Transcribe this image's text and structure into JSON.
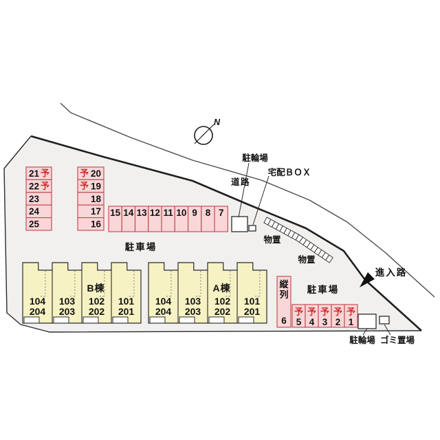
{
  "colors": {
    "site_fill": "#f1f0ee",
    "stall_fill": "#f9d6d8",
    "stall_border": "#c25055",
    "reserved_red": "#d42a2a",
    "building_fill": "#f6f2c4",
    "line": "#222222"
  },
  "compass": {
    "north_label": "N"
  },
  "labels": {
    "parking_upper": "駐車場",
    "parking_lower": "駐車場",
    "road": "道路",
    "bicycle_top": "駐輪場",
    "bicycle_bottom": "駐輪場",
    "delivery_box": "宅配ＢＯＸ",
    "storage_1": "物置",
    "storage_2": "物置",
    "approach_road": "進入路",
    "garbage": "ゴミ置場"
  },
  "reserved_mark": "予",
  "parking": {
    "left_column": [
      {
        "num": "21",
        "reserved": true
      },
      {
        "num": "22",
        "reserved": true
      },
      {
        "num": "23",
        "reserved": false
      },
      {
        "num": "24",
        "reserved": false
      },
      {
        "num": "25",
        "reserved": false
      }
    ],
    "mid_column": [
      {
        "num": "20",
        "reserved": true
      },
      {
        "num": "19",
        "reserved": true
      },
      {
        "num": "18",
        "reserved": false
      },
      {
        "num": "17",
        "reserved": false
      },
      {
        "num": "16",
        "reserved": false
      }
    ],
    "top_row": [
      "15",
      "14",
      "13",
      "12",
      "11",
      "10",
      "9",
      "8",
      "7"
    ],
    "bottom_row": [
      {
        "num": "5",
        "reserved": true
      },
      {
        "num": "4",
        "reserved": true
      },
      {
        "num": "3",
        "reserved": true
      },
      {
        "num": "2",
        "reserved": true
      },
      {
        "num": "1",
        "reserved": true
      }
    ],
    "tandem": {
      "label": "縦列",
      "num": "6"
    }
  },
  "buildings": [
    {
      "name": "B棟",
      "units": [
        {
          "lines": [
            "104",
            "204"
          ]
        },
        {
          "lines": [
            "103",
            "203"
          ]
        },
        {
          "lines": [
            "102",
            "202"
          ]
        },
        {
          "lines": [
            "101",
            "201"
          ]
        }
      ]
    },
    {
      "name": "A棟",
      "units": [
        {
          "lines": [
            "104",
            "204"
          ]
        },
        {
          "lines": [
            "103",
            "203"
          ]
        },
        {
          "lines": [
            "102",
            "202"
          ]
        },
        {
          "lines": [
            "101",
            "201"
          ]
        }
      ]
    }
  ]
}
